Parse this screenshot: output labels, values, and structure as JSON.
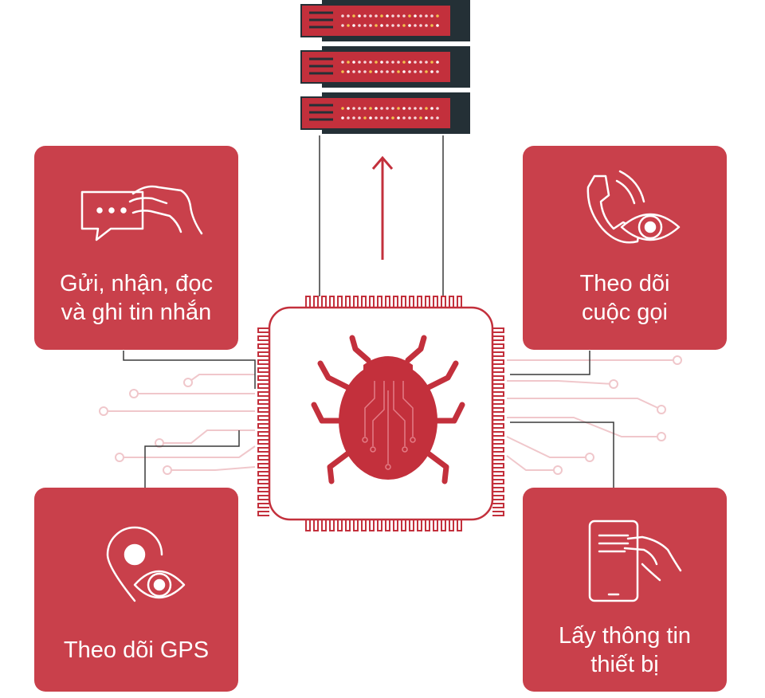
{
  "colors": {
    "card": "#c9404b",
    "accent": "#c3303c",
    "server_dark": "#243036",
    "trace": "#f0c7cb"
  },
  "cards": {
    "sms": {
      "line1": "Gửi, nhận, đọc",
      "line2": "và ghi tin nhắn",
      "icon": "chat-hand-icon"
    },
    "calls": {
      "line1": "Theo dõi",
      "line2": "cuộc gọi",
      "icon": "phone-eye-icon"
    },
    "gps": {
      "line1": "Theo dõi GPS",
      "icon": "location-eye-icon"
    },
    "device": {
      "line1": "Lấy thông tin",
      "line2": "thiết bị",
      "icon": "phone-hand-icon"
    }
  },
  "center": {
    "icon": "bug-chip-icon"
  },
  "top": {
    "icon": "server-rack-icon",
    "arrow": "arrow-up-icon"
  }
}
